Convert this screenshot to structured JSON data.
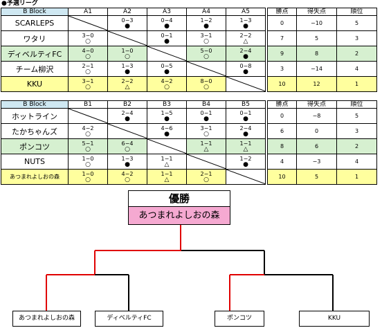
{
  "heading": "●予選リーグ",
  "columns": {
    "points": "勝点",
    "goal_diff": "得失点",
    "rank": "順位"
  },
  "blocks": [
    {
      "title": "B Block",
      "opponents": [
        "A1",
        "A2",
        "A3",
        "A4",
        "A5"
      ],
      "rows": [
        {
          "name": "SCARLEPS",
          "style": "white",
          "cells": [
            null,
            {
              "score": "0−3",
              "mark": "●"
            },
            {
              "score": "0−4",
              "mark": "●"
            },
            {
              "score": "1−2",
              "mark": "●"
            },
            {
              "score": "1−3",
              "mark": "●"
            }
          ],
          "points": "0",
          "goal_diff": "−10",
          "rank": "5"
        },
        {
          "name": "ワタリ",
          "style": "white",
          "cells": [
            {
              "score": "3−0",
              "mark": "○"
            },
            null,
            {
              "score": "0−1",
              "mark": "●"
            },
            {
              "score": "3−1",
              "mark": "○"
            },
            {
              "score": "2−2",
              "mark": "△"
            }
          ],
          "points": "7",
          "goal_diff": "5",
          "rank": "3"
        },
        {
          "name": "ディベルティFC",
          "style": "green",
          "cells": [
            {
              "score": "4−0",
              "mark": "○"
            },
            {
              "score": "1−0",
              "mark": "○"
            },
            null,
            {
              "score": "5−0",
              "mark": "○"
            },
            {
              "score": "2−4",
              "mark": "●"
            }
          ],
          "points": "9",
          "goal_diff": "8",
          "rank": "2"
        },
        {
          "name": "チーム柳沢",
          "style": "white",
          "cells": [
            {
              "score": "2−1",
              "mark": "○"
            },
            {
              "score": "1−3",
              "mark": "●"
            },
            {
              "score": "0−5",
              "mark": "●"
            },
            null,
            {
              "score": "0−8",
              "mark": "●"
            }
          ],
          "points": "3",
          "goal_diff": "−14",
          "rank": "4"
        },
        {
          "name": "KKU",
          "style": "yellow",
          "cells": [
            {
              "score": "3−1",
              "mark": "○"
            },
            {
              "score": "2−2",
              "mark": "△"
            },
            {
              "score": "4−2",
              "mark": "○"
            },
            {
              "score": "8−0",
              "mark": "○"
            },
            null
          ],
          "points": "10",
          "goal_diff": "12",
          "rank": "1"
        }
      ]
    },
    {
      "title": "B Block",
      "opponents": [
        "B1",
        "B2",
        "B3",
        "B4",
        "B5"
      ],
      "rows": [
        {
          "name": "ホットライン",
          "style": "white",
          "cells": [
            null,
            {
              "score": "2−4",
              "mark": "●"
            },
            {
              "score": "1−5",
              "mark": "●"
            },
            {
              "score": "0−1",
              "mark": "●"
            },
            {
              "score": "0−1",
              "mark": "●"
            }
          ],
          "points": "0",
          "goal_diff": "−8",
          "rank": "5"
        },
        {
          "name": "たかちゃんズ",
          "style": "white",
          "cells": [
            {
              "score": "4−2",
              "mark": "○"
            },
            null,
            {
              "score": "4−6",
              "mark": "●"
            },
            {
              "score": "3−1",
              "mark": "○"
            },
            {
              "score": "2−4",
              "mark": "●"
            }
          ],
          "points": "6",
          "goal_diff": "0",
          "rank": "3"
        },
        {
          "name": "ポンコツ",
          "style": "green",
          "cells": [
            {
              "score": "5−1",
              "mark": "○"
            },
            {
              "score": "6−4",
              "mark": "○"
            },
            null,
            {
              "score": "1−1",
              "mark": "△"
            },
            {
              "score": "1−1",
              "mark": "△"
            }
          ],
          "points": "8",
          "goal_diff": "6",
          "rank": "2"
        },
        {
          "name": "NUTS",
          "style": "white",
          "cells": [
            {
              "score": "1−0",
              "mark": "○"
            },
            {
              "score": "1−3",
              "mark": "●"
            },
            {
              "score": "1−1",
              "mark": "△"
            },
            null,
            {
              "score": "1−2",
              "mark": "●"
            }
          ],
          "points": "4",
          "goal_diff": "−3",
          "rank": "4"
        },
        {
          "name": "あつまれよしおの森",
          "style": "yellow",
          "small": true,
          "cells": [
            {
              "score": "1−0",
              "mark": "○"
            },
            {
              "score": "4−2",
              "mark": "○"
            },
            {
              "score": "1−1",
              "mark": "△"
            },
            {
              "score": "2−1",
              "mark": "○"
            },
            null
          ],
          "points": "10",
          "goal_diff": "5",
          "rank": "1"
        }
      ]
    }
  ],
  "bracket": {
    "winner_title": "優勝",
    "winner_name": "あつまれよしおの森",
    "teams": [
      "あつまれよしおの森",
      "ディベルティFC",
      "ポンコツ",
      "KKU"
    ],
    "line_color_win": "#e00000",
    "line_color": "#000000"
  }
}
